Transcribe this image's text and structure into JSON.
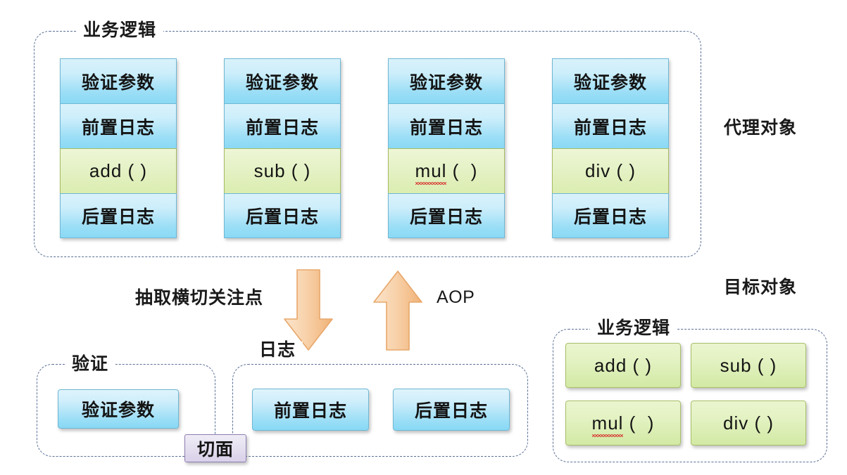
{
  "diagram": {
    "title_proxy_object": "代理对象",
    "title_target_object": "目标对象",
    "label_extract": "抽取横切关注点",
    "label_aop": "AOP",
    "label_aspect": "切面"
  },
  "groups": {
    "proxy_business_logic": {
      "label": "业务逻辑"
    },
    "validate": {
      "label": "验证"
    },
    "log": {
      "label": "日志"
    },
    "target_business_logic": {
      "label": "业务逻辑"
    }
  },
  "proxy_columns": [
    {
      "method": "add ( )",
      "cells": [
        {
          "text": "验证参数",
          "kind": "blue"
        },
        {
          "text": "前置日志",
          "kind": "blue"
        },
        {
          "text": "add ( )",
          "kind": "green"
        },
        {
          "text": "后置日志",
          "kind": "blue"
        }
      ]
    },
    {
      "method": "sub ( )",
      "cells": [
        {
          "text": "验证参数",
          "kind": "blue"
        },
        {
          "text": "前置日志",
          "kind": "blue"
        },
        {
          "text": "sub ( )",
          "kind": "green"
        },
        {
          "text": "后置日志",
          "kind": "blue"
        }
      ]
    },
    {
      "method": "mul ( )",
      "cells": [
        {
          "text": "验证参数",
          "kind": "blue"
        },
        {
          "text": "前置日志",
          "kind": "blue"
        },
        {
          "text": "mul ( )",
          "kind": "green"
        },
        {
          "text": "后置日志",
          "kind": "blue"
        }
      ]
    },
    {
      "method": "div ( )",
      "cells": [
        {
          "text": "验证参数",
          "kind": "blue"
        },
        {
          "text": "前置日志",
          "kind": "blue"
        },
        {
          "text": "div ( )",
          "kind": "green"
        },
        {
          "text": "后置日志",
          "kind": "blue"
        }
      ]
    }
  ],
  "aspect_boxes": {
    "validate": [
      {
        "text": "验证参数"
      }
    ],
    "log": [
      {
        "text": "前置日志"
      },
      {
        "text": "后置日志"
      }
    ]
  },
  "target_methods": [
    {
      "text": "add ( )"
    },
    {
      "text": "sub ( )"
    },
    {
      "text": "mul ( )"
    },
    {
      "text": "div ( )"
    }
  ],
  "arrows": {
    "down": {
      "name": "down-arrow",
      "direction": "down"
    },
    "up": {
      "name": "up-arrow",
      "direction": "up"
    }
  },
  "colors": {
    "blue_fill": "#9adef6",
    "blue_border": "#6fb7d4",
    "green_fill": "#d2e9a4",
    "green_border": "#a9c06a",
    "purple_fill": "#d8d0e8",
    "purple_border": "#8f7fb3",
    "arrow_fill": "#f5c18a",
    "dash_border": "#5a6f95",
    "spellcheck_underline": "#d7453b"
  }
}
